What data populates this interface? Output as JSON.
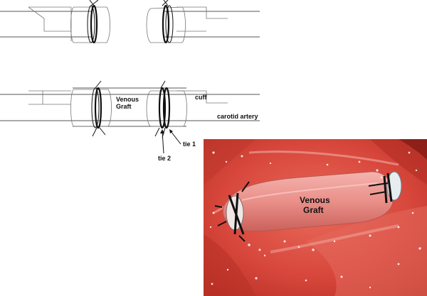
{
  "top_diagram": {},
  "bottom_diagram": {
    "venous_graft_label_line1": "Venous",
    "venous_graft_label_line2": "Graft",
    "cuff_label": "cuff",
    "carotid_label": "carotid artery",
    "tie1_label": "tie 1",
    "tie2_label": "tie 2"
  },
  "photo": {
    "label_line1": "Venous",
    "label_line2": "Graft"
  },
  "colors": {
    "tissue": "#d8473c",
    "graft": "#e88a86",
    "suture": "#111111"
  }
}
